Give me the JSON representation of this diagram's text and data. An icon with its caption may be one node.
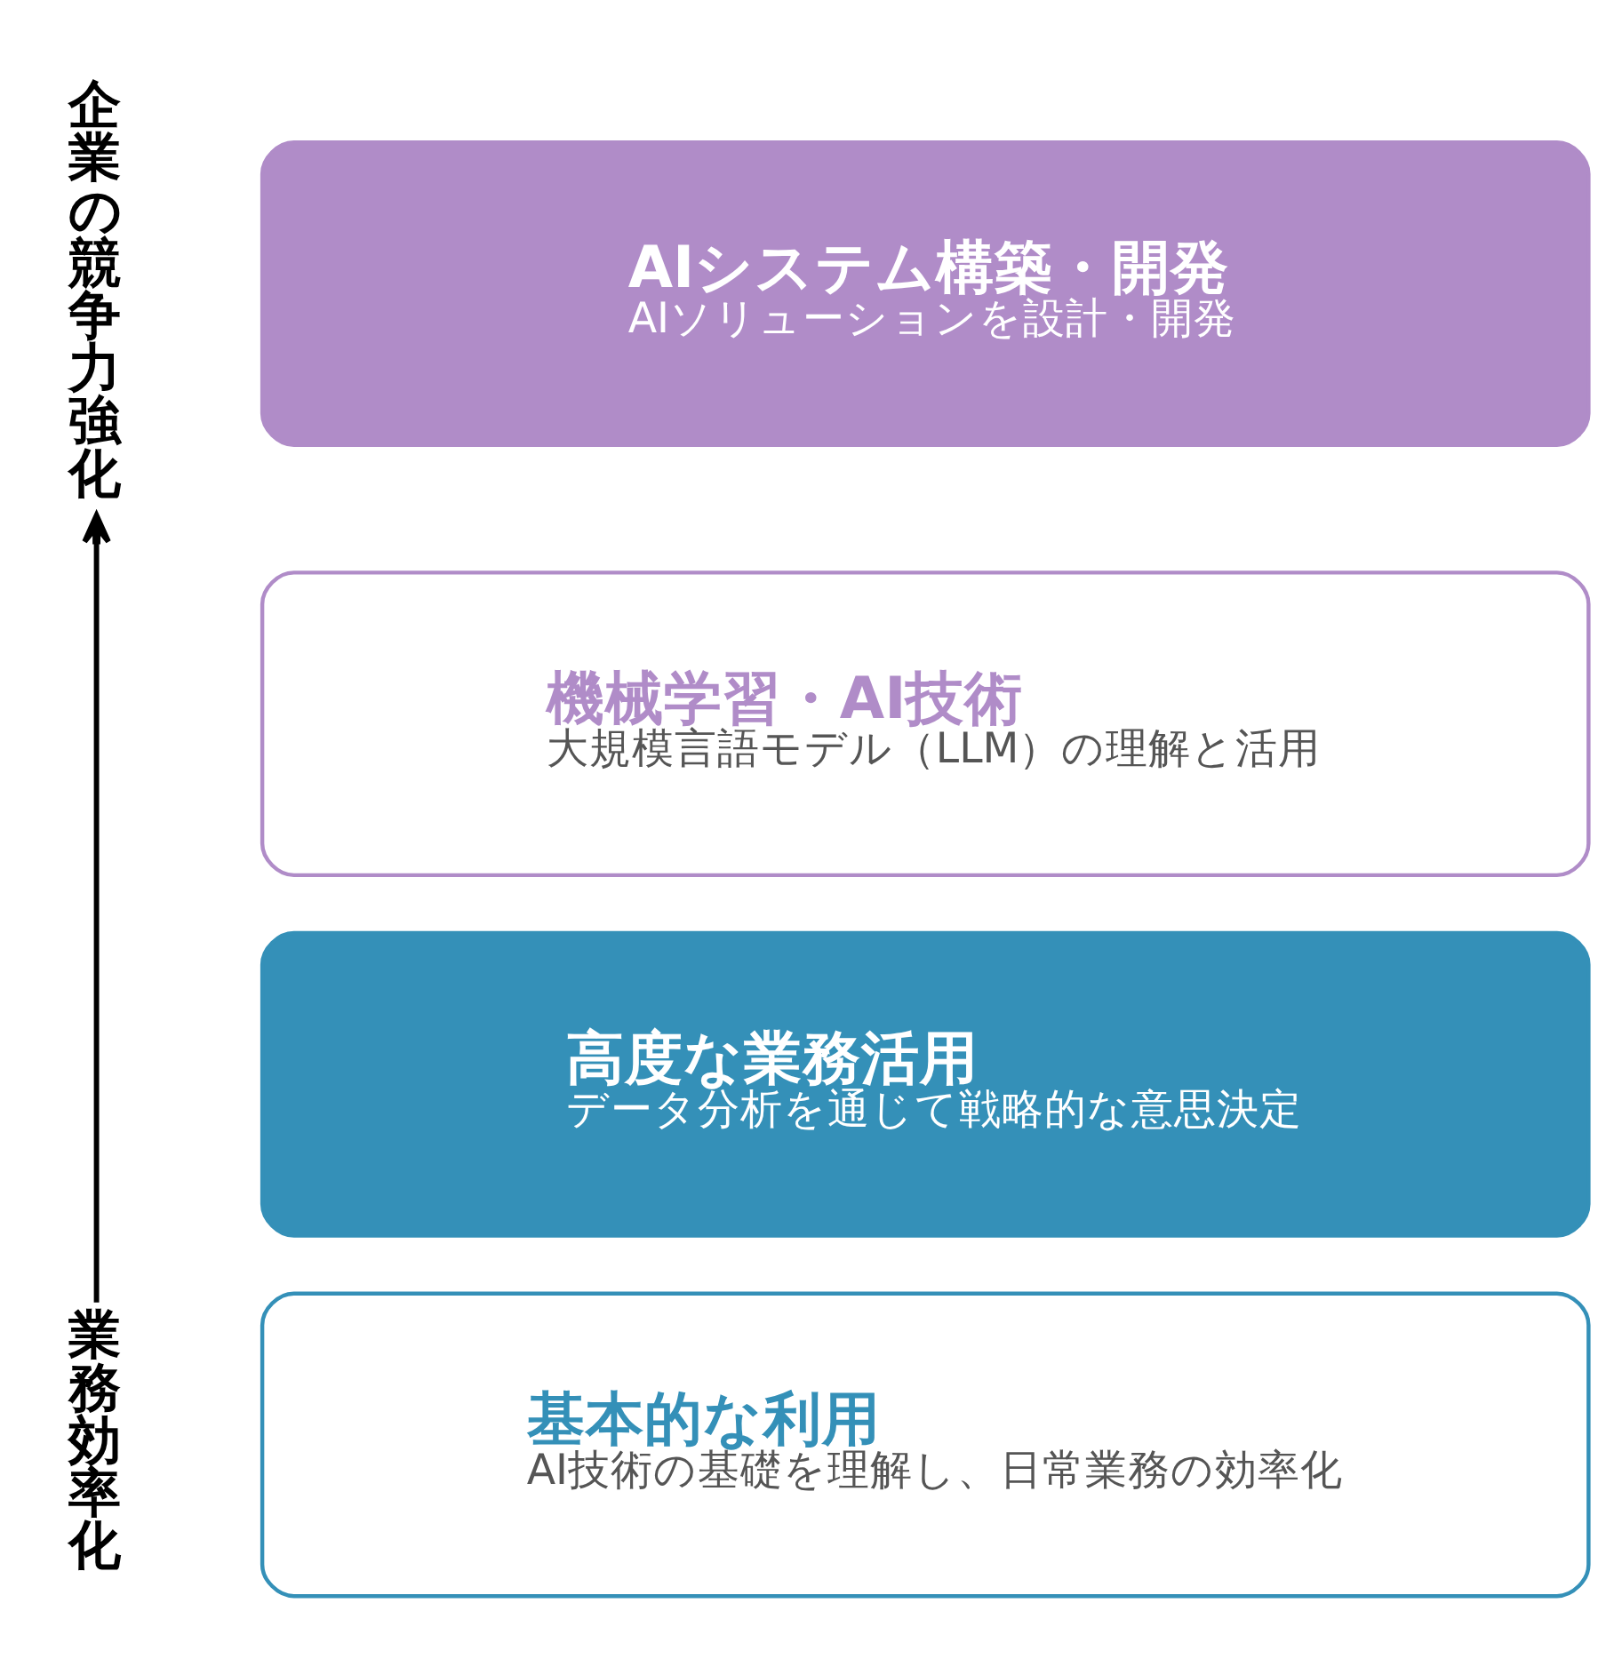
{
  "diagram": {
    "nodes": [
      {
        "text": [
          "AIシステム構築・開発",
          "AIソリューションを設計・開発"
        ]
      },
      {
        "text": [
          "機械学習・AI技術",
          "大規模言語モデル（LLM）の理解と活用"
        ]
      },
      {
        "text": [
          "高度な業務活用",
          "データ分析を通じて戦略的な意思決定"
        ]
      },
      {
        "text": [
          "基本的な利用",
          "AI技術の基礎を理解し、日常業務の効率化"
        ]
      },
      {
        "text": [
          "企業の競争力強化"
        ]
      },
      {
        "text": [
          "業務効率化"
        ]
      }
    ],
    "edges": [
      {
        "from": 5,
        "to": 4,
        "arrow": "to"
      }
    ]
  }
}
